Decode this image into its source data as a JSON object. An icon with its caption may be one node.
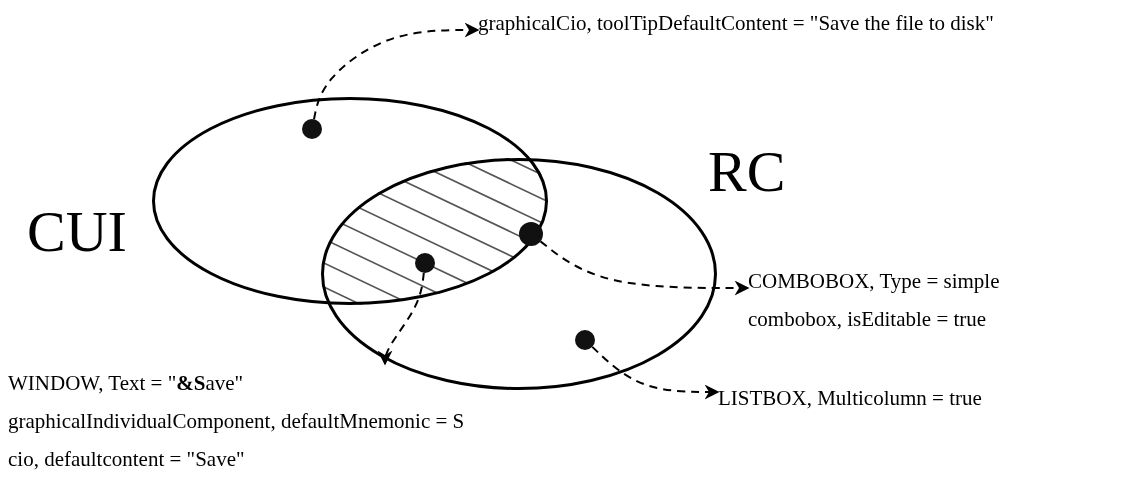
{
  "diagram": {
    "nodes": [
      {
        "text": [
          "CUI"
        ]
      },
      {
        "text": [
          "RC"
        ]
      },
      {
        "text": [],
        "shape": "circle",
        "in": 0
      },
      {
        "text": [],
        "shape": "circle"
      },
      {
        "text": [],
        "shape": "circle"
      },
      {
        "text": [],
        "shape": "circle",
        "in": 1
      },
      {
        "text": [
          "graphicalCio, toolTipDefaultContent = \"Save the file to disk\""
        ]
      },
      {
        "text": [
          "COMBOBOX, Type = simple",
          "combobox, isEditable = true"
        ]
      },
      {
        "text": [
          "WINDOW, Text = \"**&S**ave\"",
          "graphicalIndividualComponent, defaultMnemonic = S",
          "cio, defaultcontent = \"Save\""
        ]
      },
      {
        "text": [
          "LISTBOX, Multicolumn = true"
        ]
      }
    ],
    "edges": [
      {
        "from": 2,
        "to": 6,
        "arrow": "to",
        "style": "dashed"
      },
      {
        "from": 3,
        "to": 7,
        "arrow": "to",
        "style": "dashed"
      },
      {
        "from": 4,
        "to": 8,
        "arrow": "to",
        "style": "dashed"
      },
      {
        "from": 5,
        "to": 9,
        "arrow": "to",
        "style": "dashed"
      }
    ]
  }
}
